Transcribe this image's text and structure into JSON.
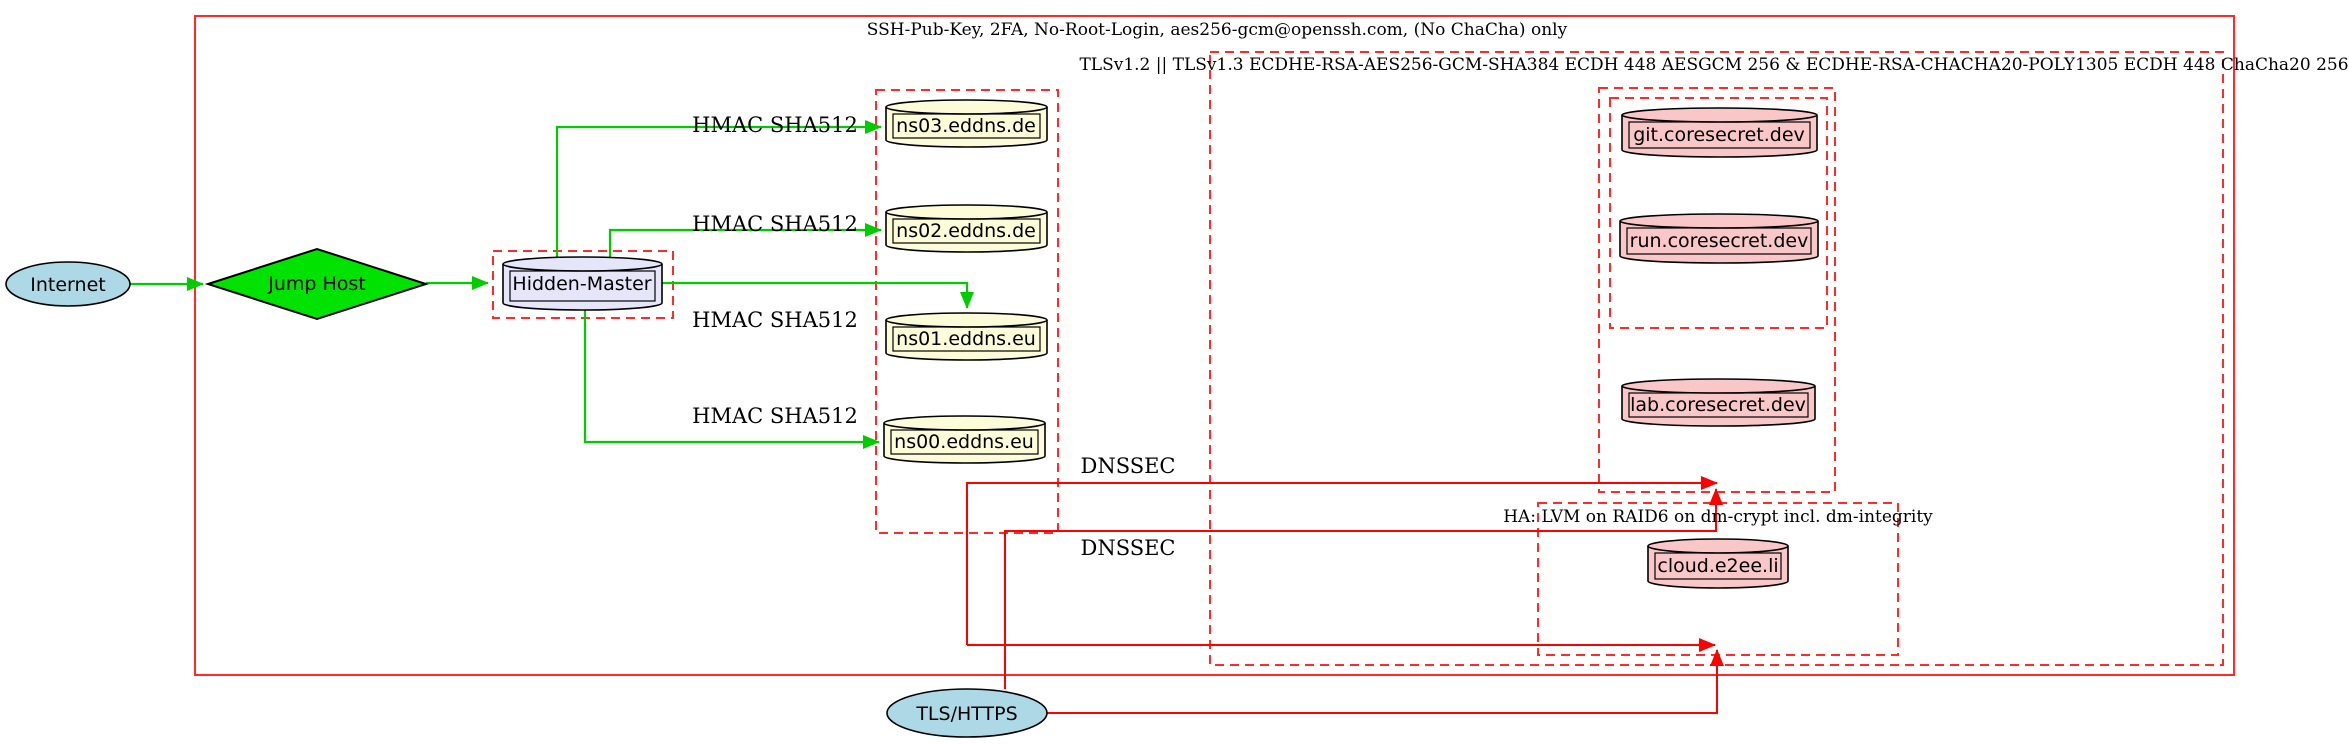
{
  "clusters": {
    "ssh": {
      "label": "SSH-Pub-Key, 2FA, No-Root-Login, aes256-gcm@openssh.com, (No ChaCha) only"
    },
    "tls": {
      "label": "TLSv1.2 || TLSv1.3 ECDHE-RSA-AES256-GCM-SHA384 ECDH 448 AESGCM 256 & ECDHE-RSA-CHACHA20-POLY1305 ECDH 448 ChaCha20 256"
    },
    "ha": {
      "label": "HA: LVM on RAID6 on dm-crypt incl. dm-integrity"
    }
  },
  "nodes": {
    "internet": {
      "label": "Internet",
      "shape": "ellipse",
      "color": "#add8e6"
    },
    "jump_host": {
      "label": "Jump Host",
      "shape": "diamond",
      "color": "#00e300"
    },
    "hidden_master": {
      "label": "Hidden-Master",
      "shape": "cylinder",
      "color": "#e6e6fa"
    },
    "ns03": {
      "label": "ns03.eddns.de",
      "shape": "cylinder",
      "color": "#fdfcd8"
    },
    "ns02": {
      "label": "ns02.eddns.de",
      "shape": "cylinder",
      "color": "#fdfcd8"
    },
    "ns01": {
      "label": "ns01.eddns.eu",
      "shape": "cylinder",
      "color": "#fdfcd8"
    },
    "ns00": {
      "label": "ns00.eddns.eu",
      "shape": "cylinder",
      "color": "#fdfcd8"
    },
    "git": {
      "label": "git.coresecret.dev",
      "shape": "cylinder",
      "color": "#f9c7c7"
    },
    "run": {
      "label": "run.coresecret.dev",
      "shape": "cylinder",
      "color": "#f9c7c7"
    },
    "lab": {
      "label": "lab.coresecret.dev",
      "shape": "cylinder",
      "color": "#f9c7c7"
    },
    "cloud": {
      "label": "cloud.e2ee.li",
      "shape": "cylinder",
      "color": "#f9c7c7"
    },
    "tls_https": {
      "label": "TLS/HTTPS",
      "shape": "ellipse",
      "color": "#add8e6"
    }
  },
  "edge_labels": {
    "hmac_ns03": "HMAC SHA512",
    "hmac_ns02": "HMAC SHA512",
    "hmac_ns01": "HMAC SHA512",
    "hmac_ns00": "HMAC SHA512",
    "dnssec_top": "DNSSEC",
    "dnssec_bottom": "DNSSEC"
  },
  "colors": {
    "edge_green": "#00cc00",
    "edge_red": "#ff0000",
    "cluster_border_red": "#ff2b2b",
    "node_yellow": "#fdfcd8",
    "node_pink": "#f9c7c7",
    "node_lavender": "#e6e6fa",
    "node_lightblue": "#add8e6",
    "node_green": "#00e300"
  }
}
